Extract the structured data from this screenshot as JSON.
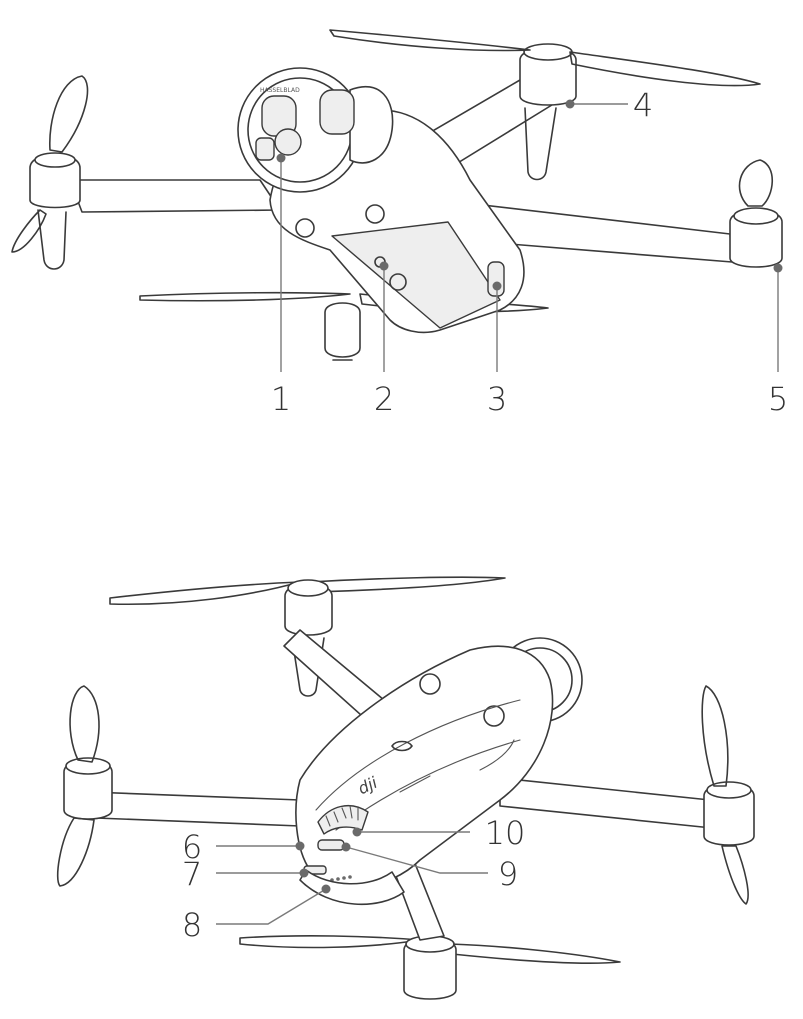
{
  "figure_top": {
    "callouts": [
      {
        "id": "1",
        "label": "1"
      },
      {
        "id": "2",
        "label": "2"
      },
      {
        "id": "3",
        "label": "3"
      },
      {
        "id": "4",
        "label": "4"
      },
      {
        "id": "5",
        "label": "5"
      }
    ],
    "lens_marking": "HASSELBLAD"
  },
  "figure_bottom": {
    "callouts": [
      {
        "id": "6",
        "label": "6"
      },
      {
        "id": "7",
        "label": "7"
      },
      {
        "id": "8",
        "label": "8"
      },
      {
        "id": "9",
        "label": "9"
      },
      {
        "id": "10",
        "label": "10"
      }
    ],
    "brand_mark": "dji"
  },
  "colors": {
    "line_art": "#3a3a3a",
    "leader": "#7a7a7a",
    "callout_dot": "#6a6a6a",
    "background": "#ffffff"
  }
}
